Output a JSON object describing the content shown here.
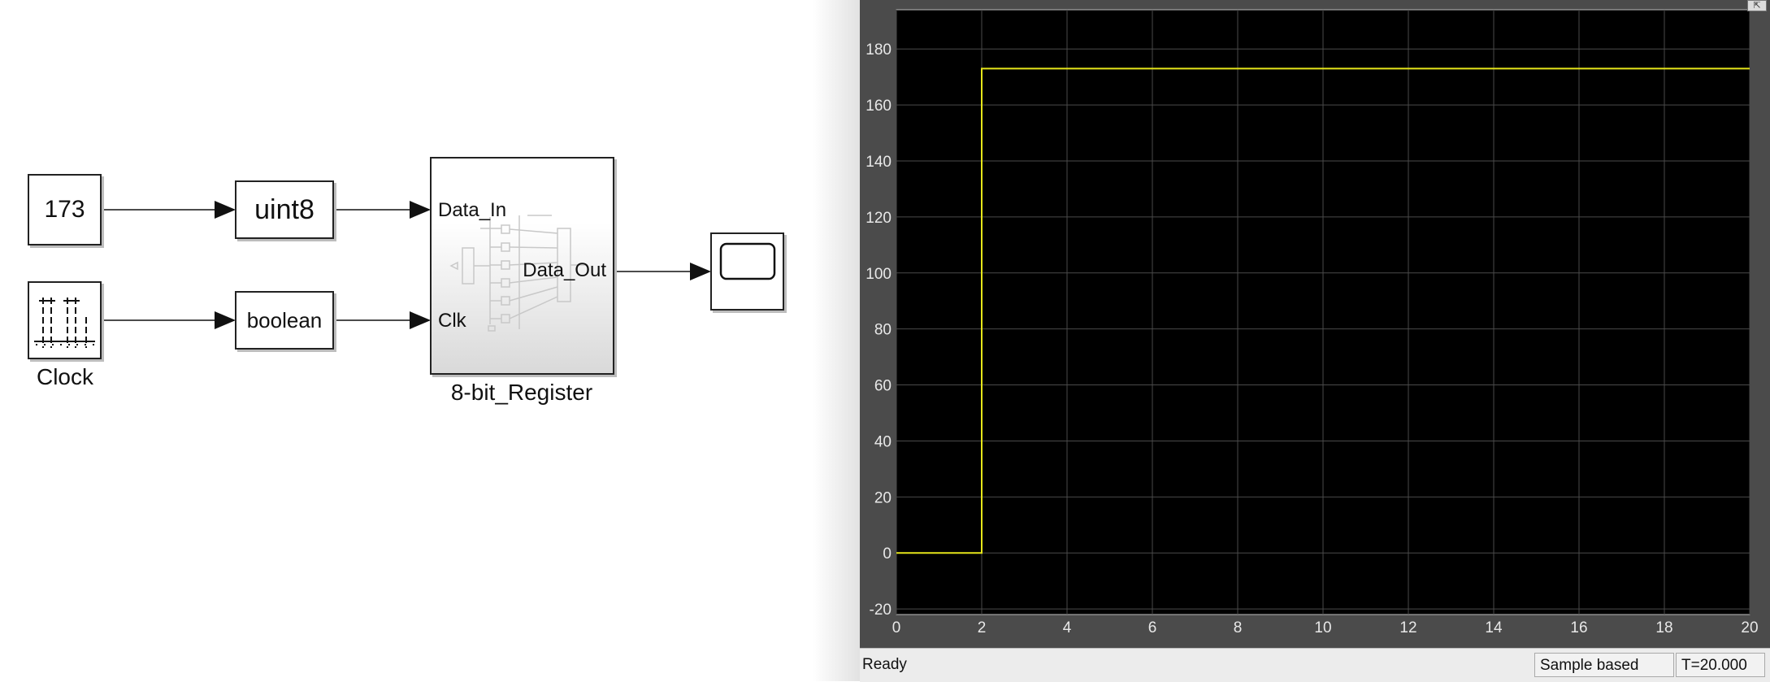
{
  "model": {
    "blocks": {
      "constant": {
        "value": "173"
      },
      "convert_uint8": {
        "label": "uint8"
      },
      "convert_boolean": {
        "label": "boolean"
      },
      "clock": {
        "caption": "Clock"
      },
      "register": {
        "caption": "8-bit_Register",
        "in_port_1": "Data_In",
        "in_port_2": "Clk",
        "out_port": "Data_Out"
      },
      "scope": {
        "icon": "scope-icon"
      }
    }
  },
  "scope_window": {
    "status": {
      "state": "Ready",
      "mode": "Sample based",
      "time": "T=20.000"
    },
    "restore_icon": "restore-icon"
  },
  "chart_data": {
    "type": "line",
    "title": "",
    "xlabel": "",
    "ylabel": "",
    "xlim": [
      0,
      20
    ],
    "ylim": [
      -22,
      194
    ],
    "xticks": [
      0,
      2,
      4,
      6,
      8,
      10,
      12,
      14,
      16,
      18,
      20
    ],
    "yticks": [
      -20,
      0,
      20,
      40,
      60,
      80,
      100,
      120,
      140,
      160,
      180
    ],
    "grid": true,
    "background": "#000000",
    "series": [
      {
        "color": "#e6e61a",
        "step": true,
        "x": [
          0,
          2,
          2,
          20
        ],
        "y": [
          0,
          0,
          173,
          173
        ]
      }
    ]
  }
}
